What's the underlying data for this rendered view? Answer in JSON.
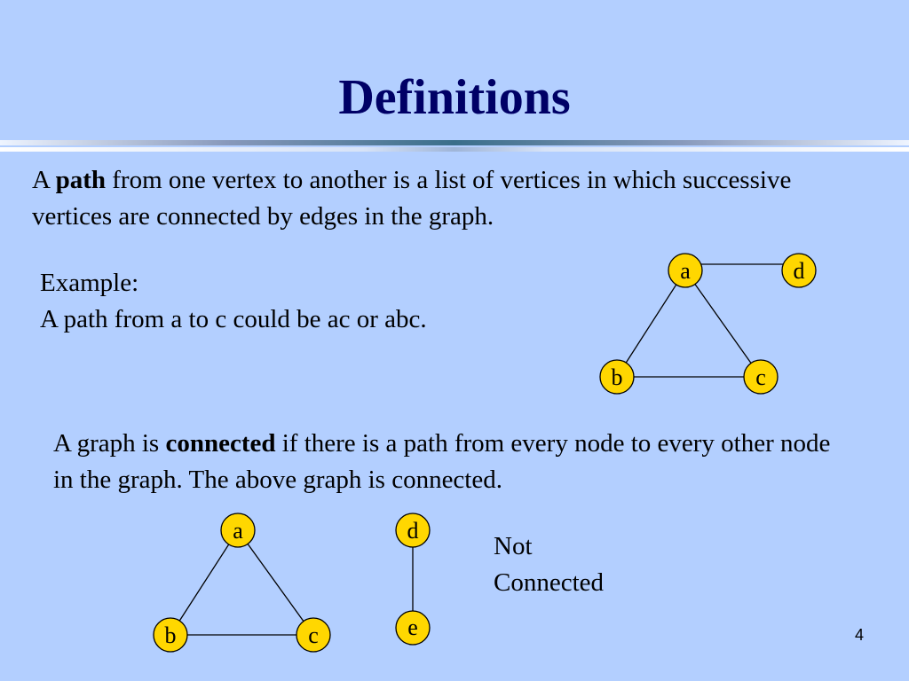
{
  "slide": {
    "title": "Definitions",
    "page_number": "4"
  },
  "path_def": {
    "prefix": "A ",
    "term": "path",
    "rest": " from one vertex to another is a list of vertices in which successive vertices are connected by edges in the graph."
  },
  "example": {
    "label": "Example:",
    "text": "A path from a to c could be ac or abc."
  },
  "connected_def": {
    "prefix": "A graph is ",
    "term": "connected",
    "rest": " if there is a path from every node to every other node in the graph.  The above graph is connected."
  },
  "not_connected": {
    "line1": "Not",
    "line2": "Connected"
  },
  "colors": {
    "background": "#b3cfff",
    "title": "#000066",
    "node_fill": "#ffd700"
  },
  "graph1": {
    "nodes": [
      "a",
      "d",
      "b",
      "c"
    ],
    "edges": [
      [
        "a",
        "d"
      ],
      [
        "a",
        "b"
      ],
      [
        "a",
        "c"
      ],
      [
        "b",
        "c"
      ]
    ]
  },
  "graph2": {
    "nodes": [
      "a",
      "d",
      "b",
      "c",
      "e"
    ],
    "edges": [
      [
        "a",
        "b"
      ],
      [
        "a",
        "c"
      ],
      [
        "b",
        "c"
      ],
      [
        "d",
        "e"
      ]
    ]
  }
}
